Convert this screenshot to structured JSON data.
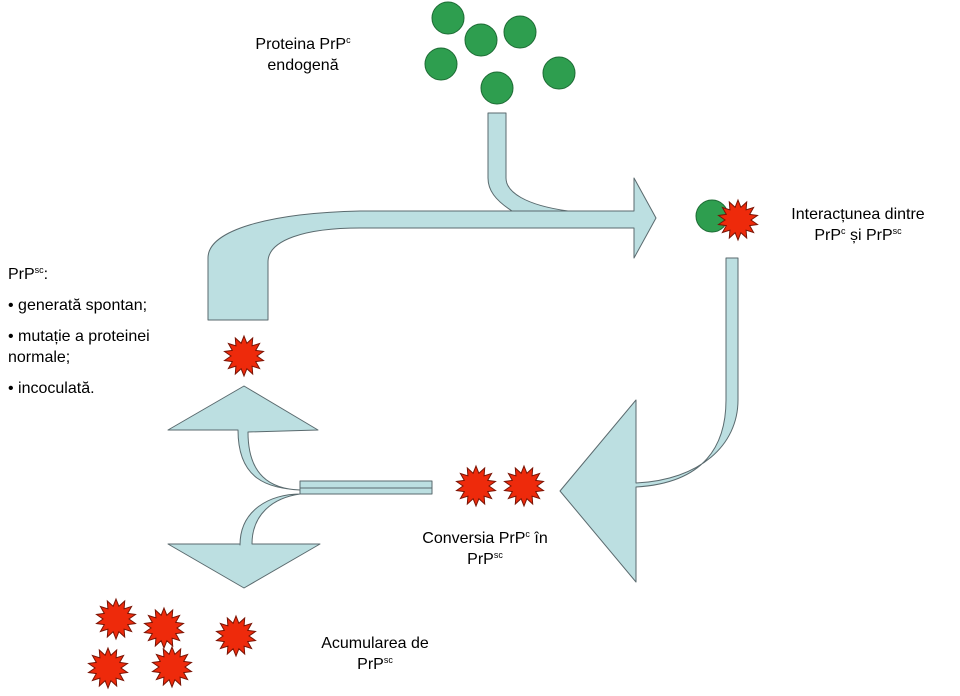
{
  "colors": {
    "arrow_fill": "#bcdfe1",
    "arrow_stroke": "#5a6a6e",
    "prpc": "#2e9e4f",
    "prpsc": "#ee2a0b"
  },
  "labels": {
    "endogenous": {
      "l1": "Proteina PrP",
      "l1_sup": "c",
      "l2": "endogenă"
    },
    "interaction": {
      "l1": "Interacțunea dintre",
      "l2a": "PrP",
      "l2a_sup": "c",
      "l2b": " și PrP",
      "l2b_sup": "sc"
    },
    "conversion": {
      "l1a": "Conversia PrP",
      "l1a_sup": "c",
      "l1b": " în",
      "l2": "PrP",
      "l2_sup": "sc"
    },
    "accumulation": {
      "l1": "Acumularea de",
      "l2": "PrP",
      "l2_sup": "sc"
    },
    "sources": {
      "title": "PrP",
      "title_sup": "sc",
      "title_suffix": ":",
      "items": [
        "• generată spontan;",
        "• mutație a proteinei normale;",
        "• incoculată."
      ]
    }
  }
}
